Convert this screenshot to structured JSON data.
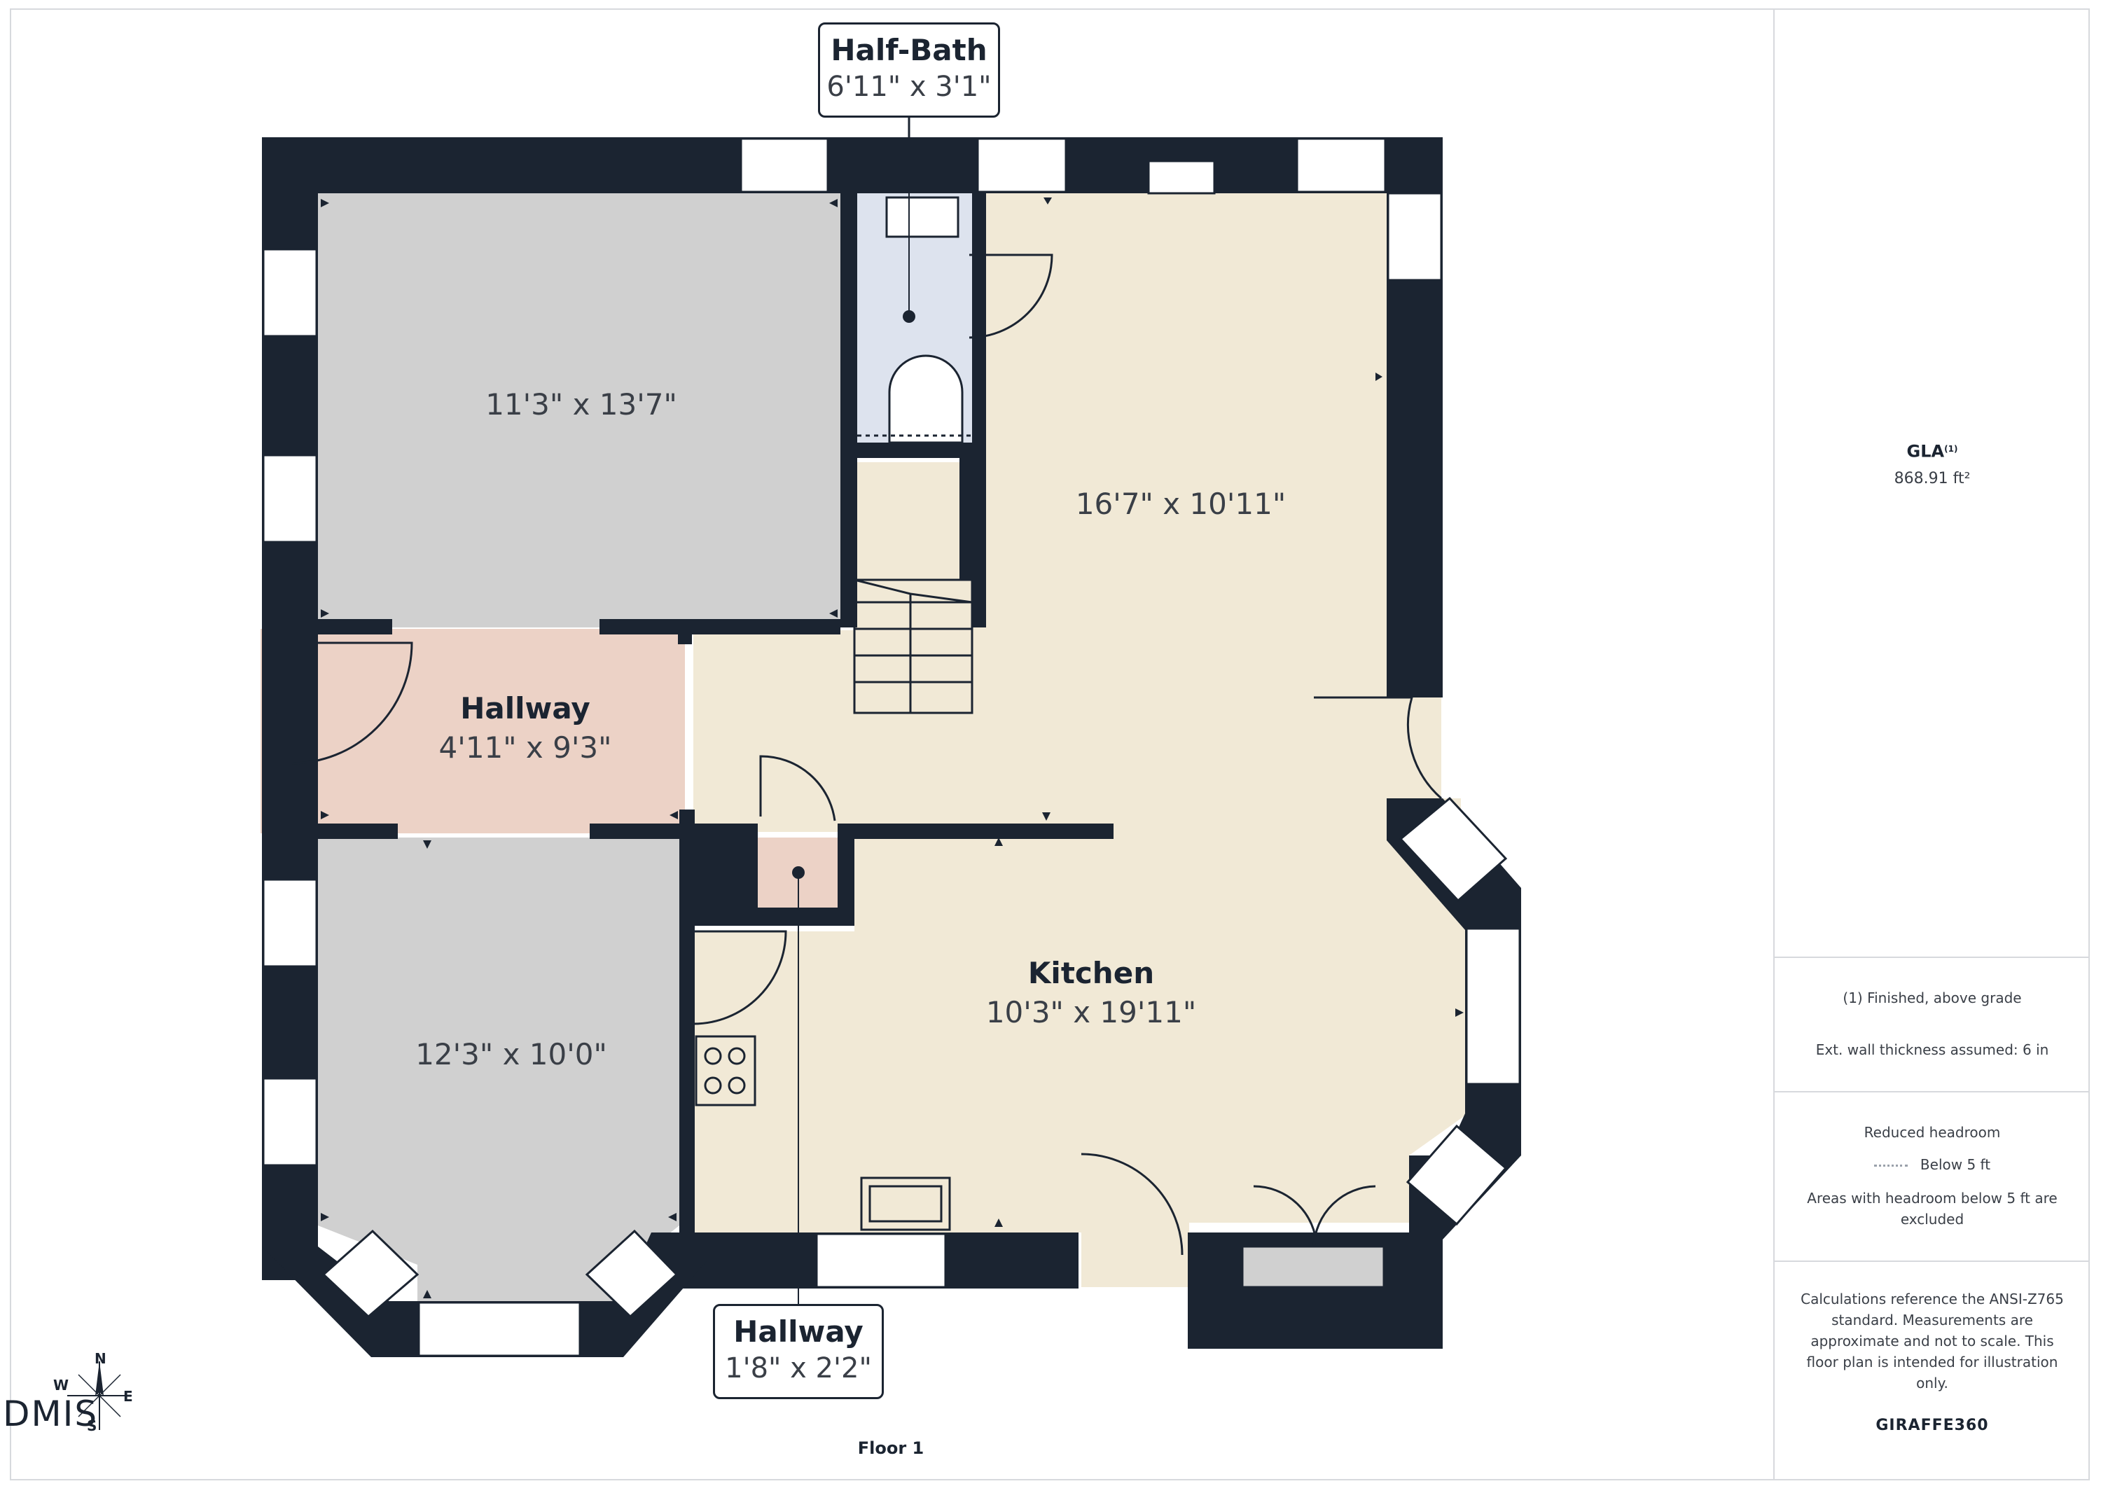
{
  "floor": {
    "label": "Floor 1"
  },
  "rooms": {
    "bedroom_upper": {
      "dims": "11'3\" x 13'7\""
    },
    "bedroom_lower": {
      "dims": "12'3\" x 10'0\""
    },
    "hallway_entry": {
      "name": "Hallway",
      "dims": "4'11\" x 9'3\""
    },
    "living": {
      "dims": "16'7\" x 10'11\""
    },
    "kitchen": {
      "name": "Kitchen",
      "dims": "10'3\" x 19'11\""
    }
  },
  "callouts": {
    "half_bath": {
      "name": "Half-Bath",
      "dims": "6'11\" x 3'1\""
    },
    "hallway_small": {
      "name": "Hallway",
      "dims": "1'8\" x 2'2\""
    }
  },
  "sidebar": {
    "gla_label": "GLA",
    "gla_superscript": "(1)",
    "gla_value": "868.91 ft²",
    "note_finished": "(1) Finished, above grade",
    "note_wall": "Ext. wall thickness assumed: 6 in",
    "legend_title": "Reduced headroom",
    "legend_item": "Below 5 ft",
    "legend_note": "Areas with headroom below 5 ft are excluded",
    "disclaimer": "Calculations reference the ANSI-Z765 standard. Measurements are approximate and not to scale. This floor plan is intended for illustration only.",
    "brand_prefix": "GIRAFFE",
    "brand_suffix": "360"
  },
  "compass": {
    "n": "N",
    "s": "S",
    "e": "E",
    "w": "W"
  },
  "watermark": "DMIS",
  "colors": {
    "wall": "#1b2431",
    "bedroom": "#d0d0d0",
    "hallway": "#ecd2c6",
    "living": "#f1e9d6",
    "bath": "#dde3ee",
    "window": "#ffffff"
  }
}
